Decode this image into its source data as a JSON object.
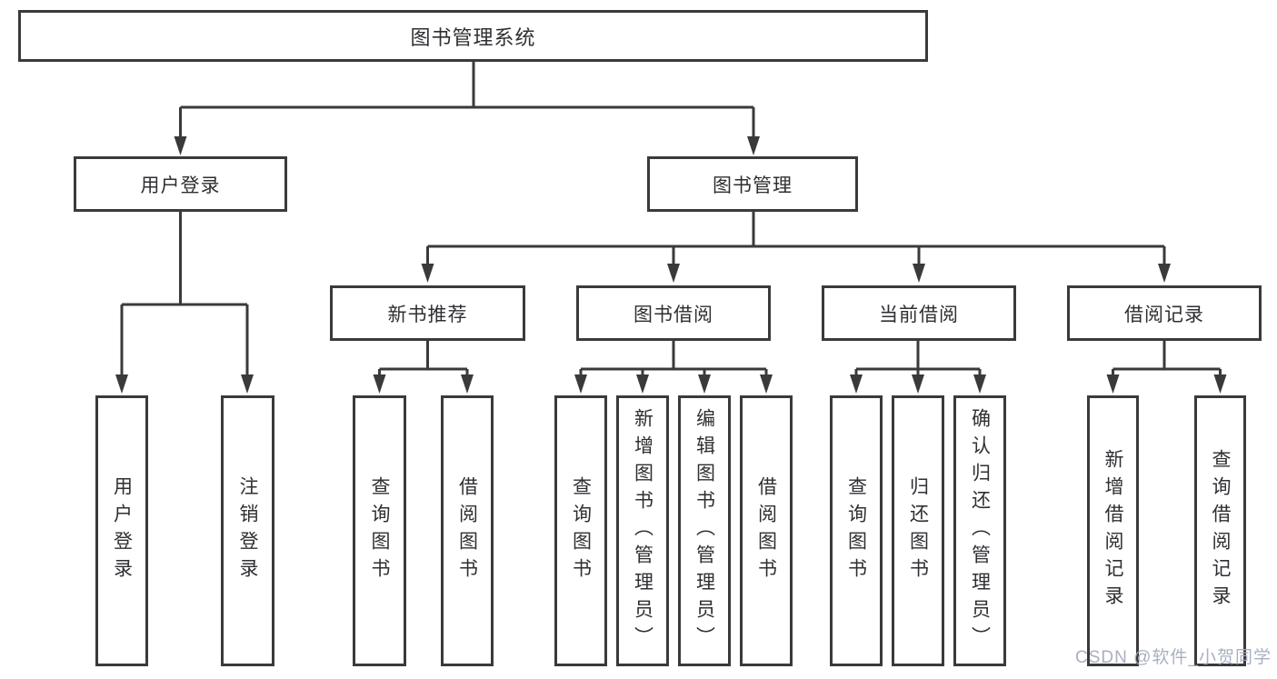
{
  "nodes": {
    "root": {
      "label": "图书管理系统"
    },
    "level2": [
      {
        "label": "用户登录"
      },
      {
        "label": "图书管理"
      }
    ],
    "level3": [
      {
        "label": "新书推荐"
      },
      {
        "label": "图书借阅"
      },
      {
        "label": "当前借阅"
      },
      {
        "label": "借阅记录"
      }
    ],
    "leaves": [
      {
        "label": "用户登录"
      },
      {
        "label": "注销登录"
      },
      {
        "label": "查询图书"
      },
      {
        "label": "借阅图书"
      },
      {
        "label": "查询图书"
      },
      {
        "label": "新增图书（管理员）"
      },
      {
        "label": "编辑图书（管理员）"
      },
      {
        "label": "借阅图书"
      },
      {
        "label": "查询图书"
      },
      {
        "label": "归还图书"
      },
      {
        "label": "确认归还（管理员）"
      },
      {
        "label": "新增借阅记录"
      },
      {
        "label": "查询借阅记录"
      }
    ]
  },
  "watermark": {
    "text": "CSDN @软件_小贺同学"
  },
  "colors": {
    "line": "#3a3a3a",
    "text": "#2f2f33",
    "background": "#ffffff",
    "watermark": "#a6abbf"
  }
}
